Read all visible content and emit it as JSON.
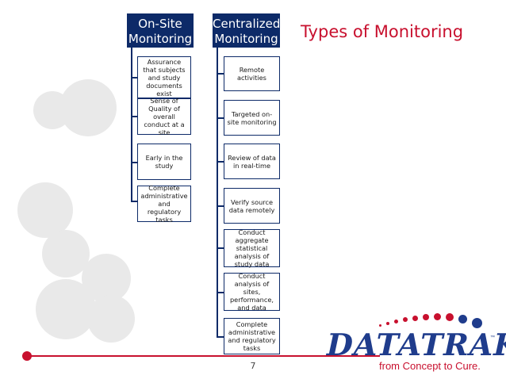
{
  "slide": {
    "title": "Types of Monitoring",
    "page_number": "7"
  },
  "onsite": {
    "header_line1": "On-Site",
    "header_line2": "Monitoring",
    "items": [
      "Assurance that subjects and study documents exist",
      "Sense of Quality of overall conduct at a site",
      "Early in the study",
      "Complete administrative and regulatory tasks"
    ]
  },
  "centralized": {
    "header_line1": "Centralized",
    "header_line2": "Monitoring",
    "items": [
      "Remote activities",
      "Targeted on-site monitoring",
      "Review of data in real-time",
      "Verify source data remotely",
      "Conduct aggregate statistical analysis of study data",
      "Conduct analysis of sites, performance, and data",
      "Complete administrative and regulatory tasks"
    ]
  },
  "logo": {
    "brand": "DATATRAK",
    "trademark": "™",
    "tagline": "from Concept to Cure."
  },
  "colors": {
    "navy": "#0d2a68",
    "accent_red": "#c8102e",
    "brand_blue": "#1f3c8c",
    "decor_gray": "#e9e9e9"
  }
}
